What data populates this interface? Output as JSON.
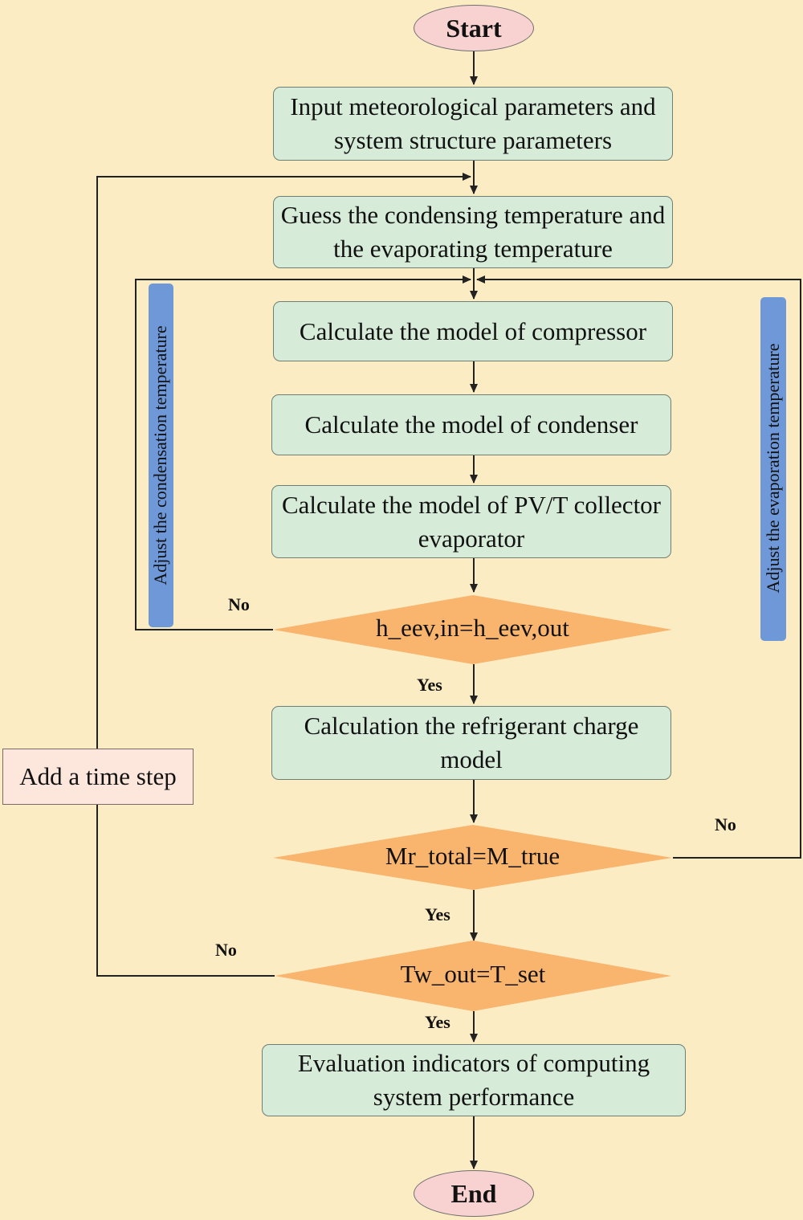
{
  "nodes": {
    "start": "Start",
    "input_params": "Input meteorological parameters and system structure parameters",
    "guess_temps": "Guess the condensing temperature and the evaporating temperature",
    "compressor": "Calculate the model of compressor",
    "condenser": "Calculate the model of condenser",
    "pvt_evaporator": "Calculate the model of PV/T collector evaporator",
    "decision_enthalpy": "h_eev,in=h_eev,out",
    "refrigerant_charge": "Calculation the refrigerant charge model",
    "decision_mass": "Mr_total=M_true",
    "decision_water_temp": "Tw_out=T_set",
    "evaluation": "Evaluation indicators of computing system performance",
    "end": "End",
    "time_step": "Add a time step"
  },
  "side_labels": {
    "adjust_condensation": "Adjust the condensation temperature",
    "adjust_evaporation": "Adjust the evaporation temperature"
  },
  "edge_labels": {
    "enthalpy_no": "No",
    "enthalpy_yes": "Yes",
    "mass_no": "No",
    "mass_yes": "Yes",
    "water_no": "No",
    "water_yes": "Yes"
  },
  "colors": {
    "background": "#fcecc4",
    "process_box": "#d7ebd9",
    "terminal": "#f7d2d0",
    "decision": "#f9b46e",
    "side_bar": "#6f98d8",
    "time_step_box": "#fde6dc"
  }
}
